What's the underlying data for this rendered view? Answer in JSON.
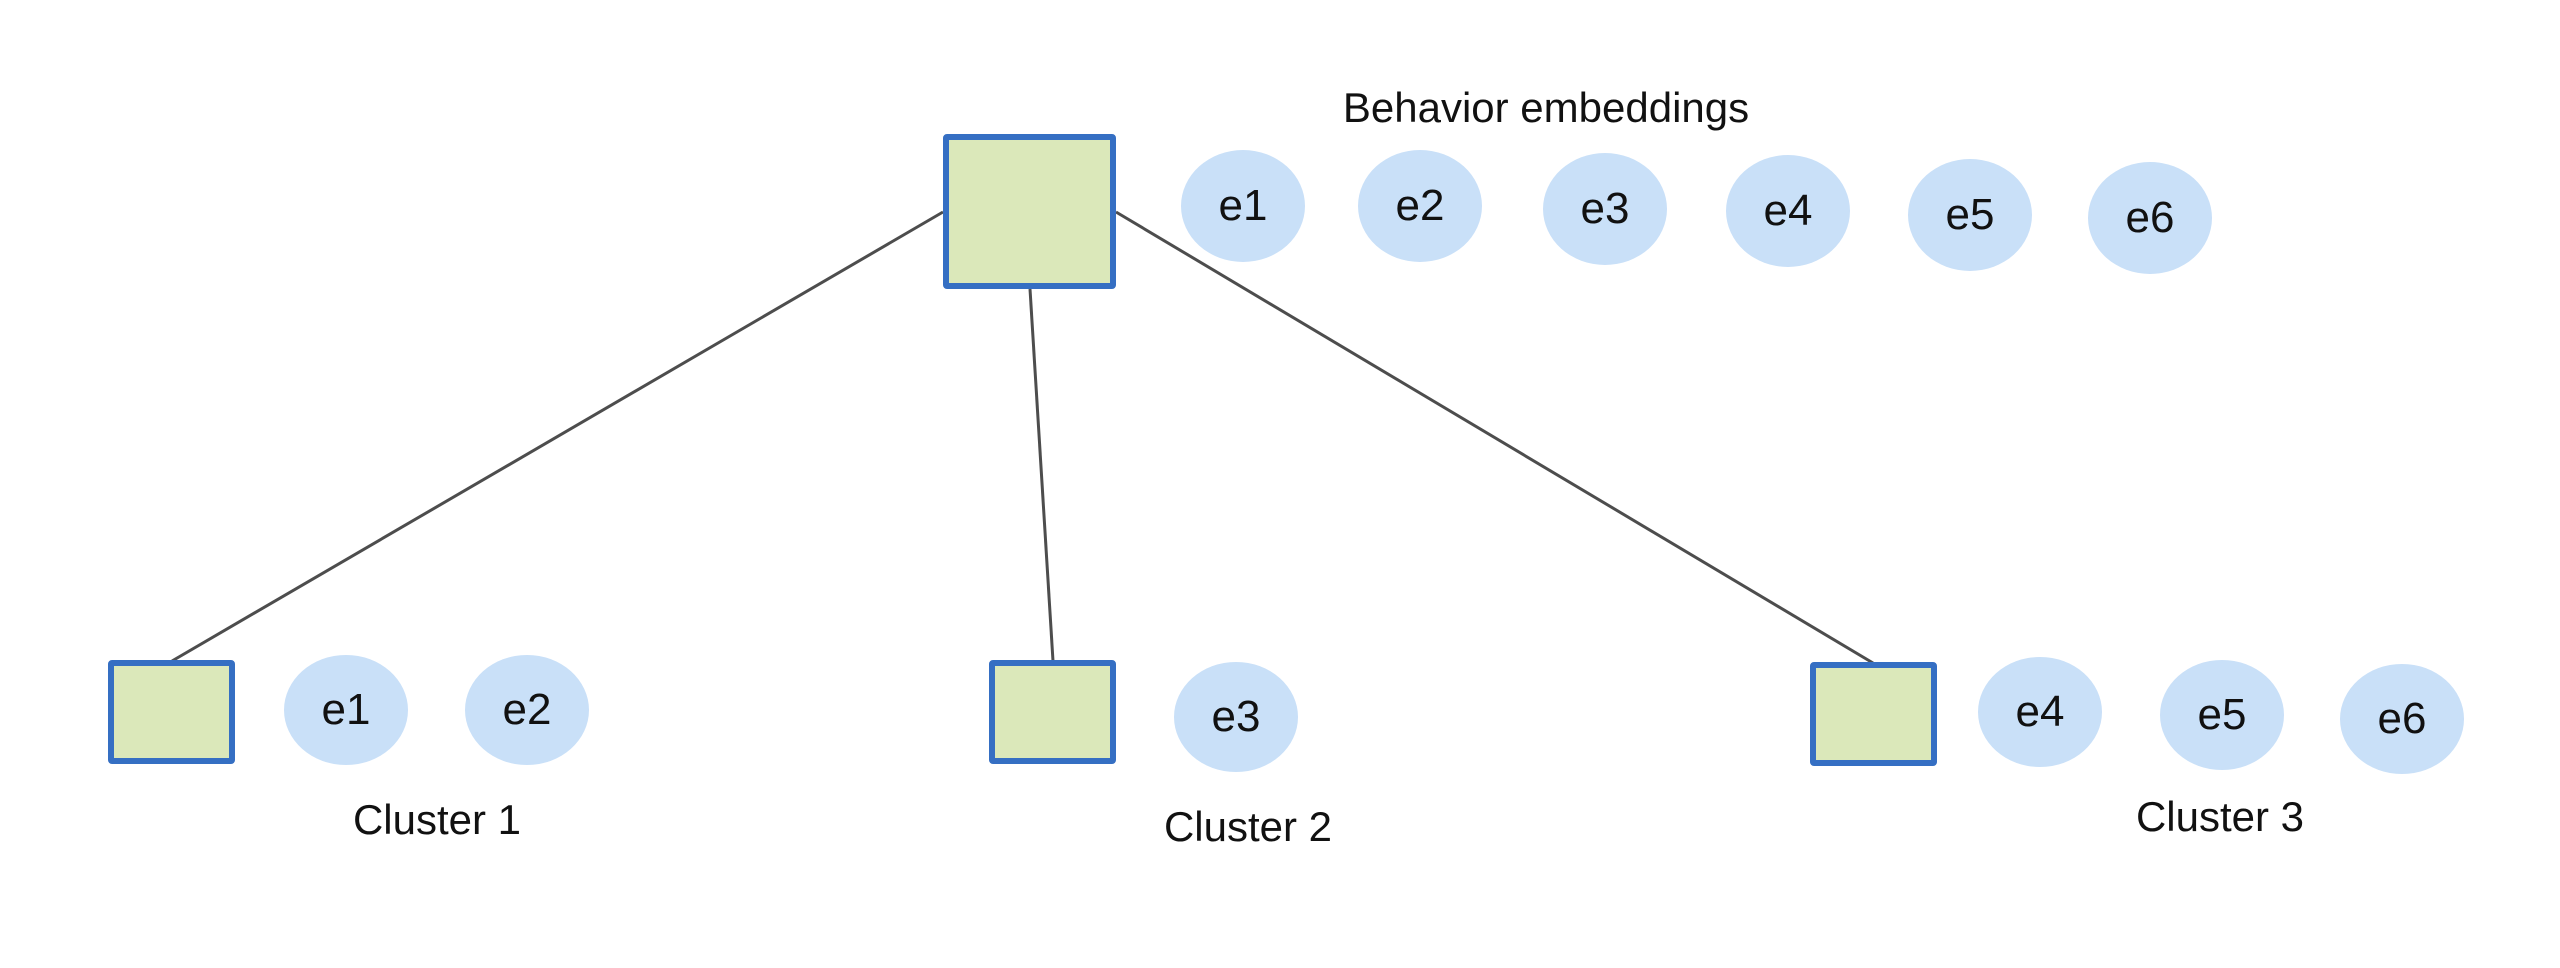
{
  "diagram": {
    "title": "Behavior embeddings",
    "behavior_embeddings": [
      {
        "label": "e1"
      },
      {
        "label": "e2"
      },
      {
        "label": "e3"
      },
      {
        "label": "e4"
      },
      {
        "label": "e5"
      },
      {
        "label": "e6"
      }
    ],
    "root_node": {
      "label": ""
    },
    "clusters": [
      {
        "label": "Cluster 1",
        "embeddings": [
          {
            "label": "e1"
          },
          {
            "label": "e2"
          }
        ]
      },
      {
        "label": "Cluster 2",
        "embeddings": [
          {
            "label": "e3"
          }
        ]
      },
      {
        "label": "Cluster 3",
        "embeddings": [
          {
            "label": "e4"
          },
          {
            "label": "e5"
          },
          {
            "label": "e6"
          }
        ]
      }
    ],
    "edges": [
      {
        "from": "root",
        "to": "cluster-1"
      },
      {
        "from": "root",
        "to": "cluster-2"
      },
      {
        "from": "root",
        "to": "cluster-3"
      }
    ],
    "colors": {
      "node_fill": "#dbe8ba",
      "node_border": "#356fc3",
      "embedding_fill": "#c9e0f8",
      "edge": "#4d4d4d",
      "text": "#111111",
      "background": "#ffffff"
    }
  }
}
